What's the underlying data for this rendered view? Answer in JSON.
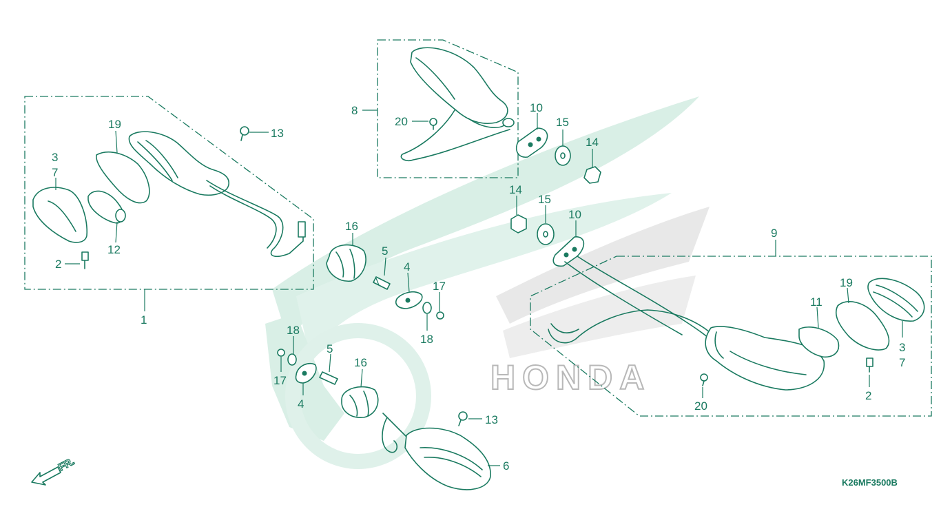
{
  "colors": {
    "ink": "#1a7a60",
    "watermark_green": "#d9efe6",
    "watermark_gray": "#cfcfcf",
    "background": "#ffffff"
  },
  "callouts": {
    "c1": "1",
    "c2_left": "2",
    "c2_right": "2",
    "c3_left": "3",
    "c7_left": "7",
    "c3_right": "3",
    "c7_right": "7",
    "c4_upper": "4",
    "c4_lower": "4",
    "c5_upper": "5",
    "c5_lower": "5",
    "c6": "6",
    "c8": "8",
    "c9": "9",
    "c10_upper": "10",
    "c10_lower": "10",
    "c11": "11",
    "c12": "12",
    "c13_upper": "13",
    "c13_lower": "13",
    "c14_upper": "14",
    "c14_lower": "14",
    "c15_upper": "15",
    "c15_lower": "15",
    "c16_upper": "16",
    "c16_lower": "16",
    "c17_upper": "17",
    "c17_lower": "17",
    "c18_upper": "18",
    "c18_lower": "18",
    "c19_left": "19",
    "c19_right": "19",
    "c20_upper": "20",
    "c20_lower": "20"
  },
  "watermark_brand": "HONDA",
  "direction_marker": "FR.",
  "diagram_code": "K26MF3500B"
}
